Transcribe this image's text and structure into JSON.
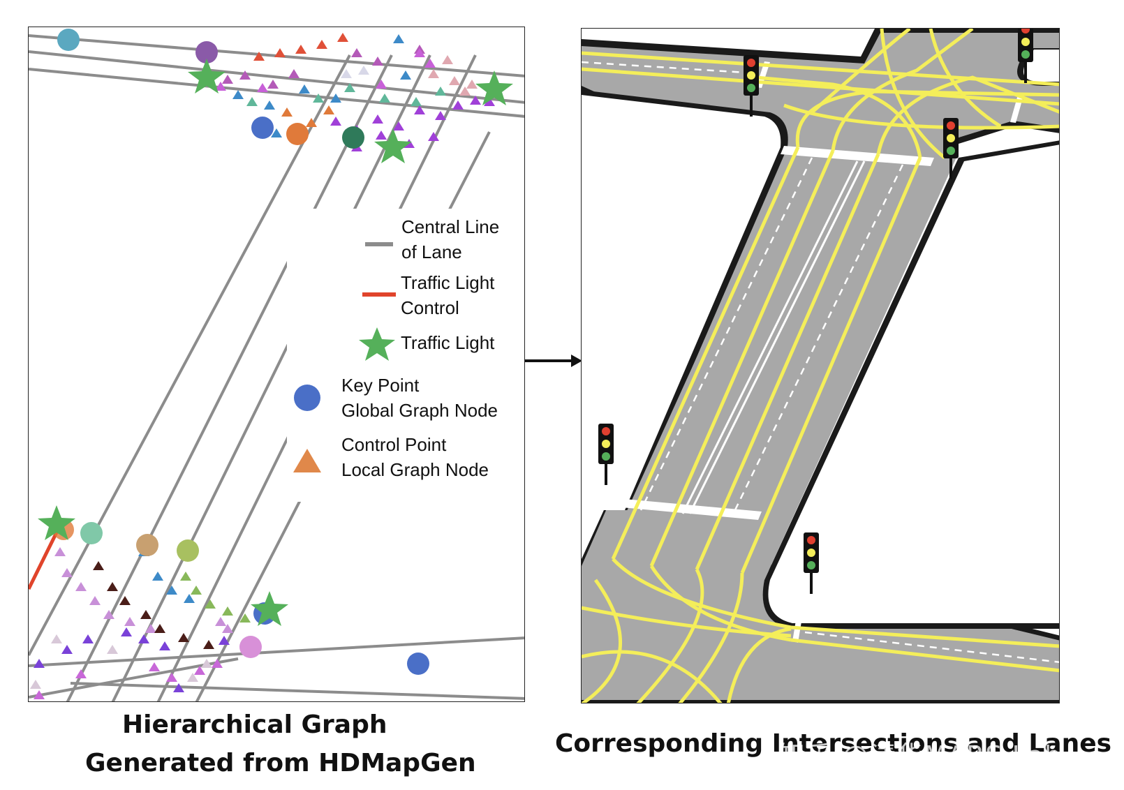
{
  "legend": {
    "central_line_1": "Central Line",
    "central_line_2": "of Lane",
    "tl_control_1": "Traffic Light",
    "tl_control_2": "Control",
    "traffic_light": "Traffic Light",
    "key_point_1": "Key Point",
    "key_point_2": "Global Graph Node",
    "control_point_1": "Control Point",
    "control_point_2": "Local Graph Node"
  },
  "captions": {
    "left_line_1": "Hierarchical Graph",
    "left_line_2": "Generated from HDMapGen",
    "right": "Corresponding Intersections and Lanes"
  },
  "watermark": "知乎 @清华MARS Lab",
  "colors": {
    "lane_line": "#8c8c8c",
    "traffic_light_control": "#e0442b",
    "traffic_light_star": "#55b05a",
    "key_point": "#4a6fc7",
    "control_point": "#e0884a",
    "road": "#a8a8a8",
    "road_edge": "#1a1a1a",
    "lane_yellow": "#f4ee5a"
  },
  "icons": [
    "star-icon",
    "circle-marker-icon",
    "triangle-marker-icon",
    "traffic-light-icon",
    "arrow-right-icon"
  ]
}
